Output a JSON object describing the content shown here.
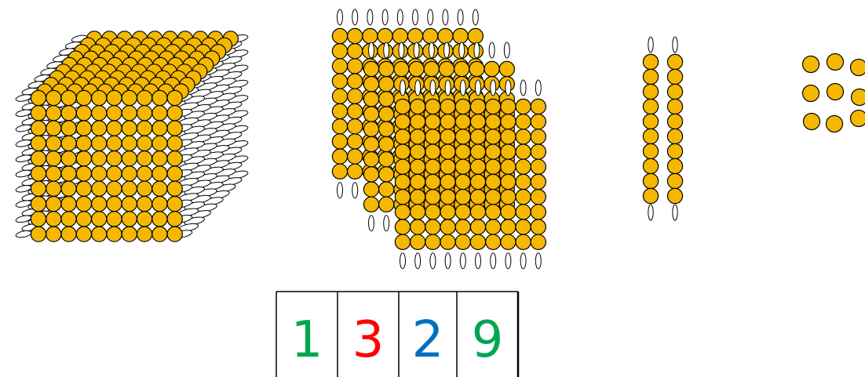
{
  "bead_material": {
    "bead_color": "#f5b800",
    "bead_outline": "#000000",
    "wire_color": "#ffffff",
    "thousands": {
      "count": 1,
      "grid": 10,
      "label": ""
    },
    "hundreds": {
      "count": 3,
      "grid": 10
    },
    "tens": {
      "count": 2,
      "beads": 10
    },
    "units": {
      "count": 9
    }
  },
  "place_value_cards": [
    {
      "digit": "1",
      "color": "#00a651"
    },
    {
      "digit": "3",
      "color": "#ff0000"
    },
    {
      "digit": "2",
      "color": "#0070c0"
    },
    {
      "digit": "9",
      "color": "#00a651"
    }
  ]
}
